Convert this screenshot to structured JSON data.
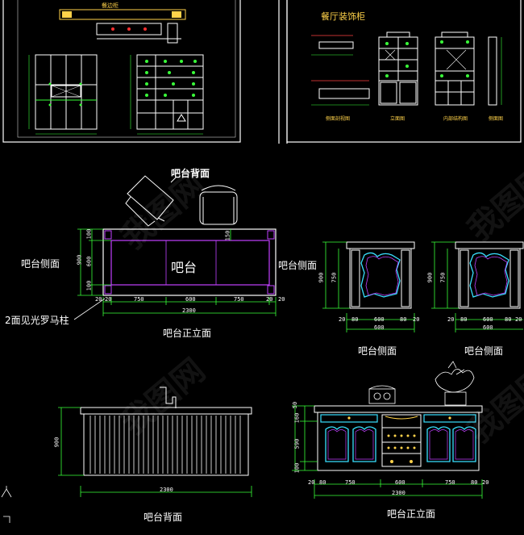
{
  "sheets": {
    "top_left_title": "餐边柜",
    "top_right_title": "餐厅装饰柜",
    "top_right_captions": [
      "侧面剖视图",
      "立面图",
      "内部结构图",
      "侧面图"
    ]
  },
  "bar_top_view": {
    "title": "吧台背面",
    "center_label": "吧台",
    "left_label": "吧台侧面",
    "right_label": "吧台侧面",
    "callout": "2面见光罗马柱",
    "caption": "吧台正立面",
    "dims_vertical": [
      "900",
      "100",
      "600",
      "100"
    ],
    "dims_inner": [
      "150"
    ],
    "dims_horizontal": [
      "20",
      "20",
      "750",
      "600",
      "750",
      "20",
      "20"
    ],
    "dim_total": "2300"
  },
  "side_view_1": {
    "caption": "吧台侧面",
    "dims_vertical": [
      "900",
      "750"
    ],
    "dims_horizontal": [
      "20",
      "80",
      "600",
      "80",
      "20"
    ],
    "dim_total": "600"
  },
  "side_view_2": {
    "caption": "吧台侧面",
    "dims_vertical": [
      "900",
      "750"
    ],
    "dims_horizontal": [
      "20",
      "80",
      "600",
      "80",
      "20"
    ],
    "dim_total": "600"
  },
  "back_view": {
    "caption": "吧台背面",
    "dims_vertical": [
      "900"
    ],
    "dim_total": "2300"
  },
  "front_view": {
    "caption": "吧台正立面",
    "dims_vertical": [
      "50",
      "160",
      "590",
      "100"
    ],
    "dims_horizontal": [
      "20",
      "80",
      "750",
      "600",
      "750",
      "80",
      "20"
    ],
    "dim_total": "2300"
  },
  "watermark": "我图网"
}
